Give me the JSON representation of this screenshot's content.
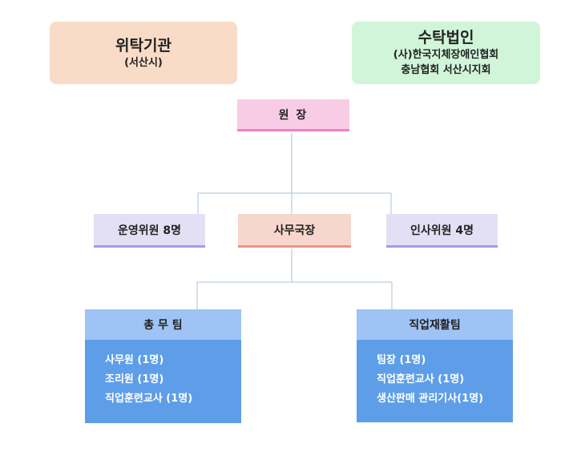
{
  "entrusting_org": {
    "title": "위탁기관",
    "subtitle": "(서산시)"
  },
  "trustee_org": {
    "title": "수탁법인",
    "line1": "(사)한국지체장애인협회",
    "line2": "충남협회 서산시지회"
  },
  "director": {
    "label": "원 장"
  },
  "operating_committee": {
    "label": "운영위원 8명"
  },
  "secretary_general": {
    "label": "사무국장"
  },
  "personnel_committee": {
    "label": "인사위원 4명"
  },
  "general_affairs_team": {
    "title": "총 무 팀",
    "members": [
      "사무원 (1명)",
      "조리원 (1명)",
      "직업훈련교사 (1명)"
    ]
  },
  "vocational_rehab_team": {
    "title": "직업재활팀",
    "members": [
      "팀장 (1명)",
      "직업훈련교사 (1명)",
      "생산판매 관리기사(1명)"
    ]
  },
  "colors": {
    "connector": "#a9c3dc",
    "team_header": "#9fc3f5",
    "team_body": "#5e9ee8"
  }
}
